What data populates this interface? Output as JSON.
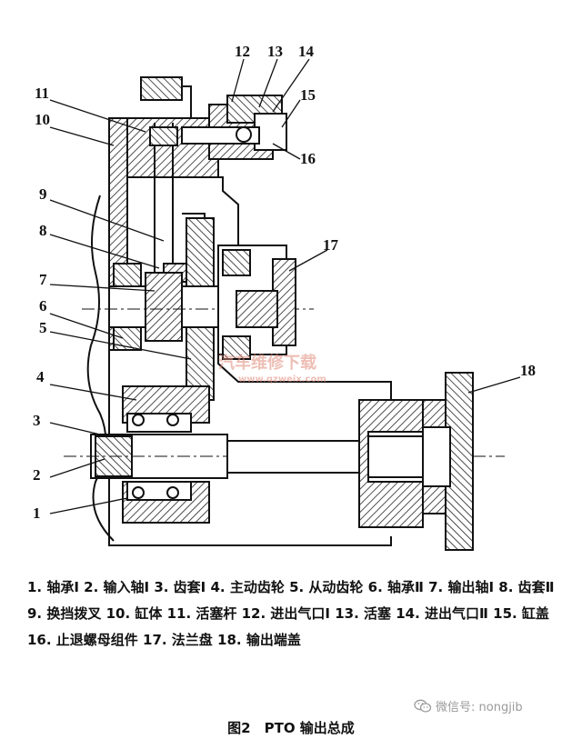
{
  "callouts": [
    "1",
    "2",
    "3",
    "4",
    "5",
    "6",
    "7",
    "8",
    "9",
    "10",
    "11",
    "12",
    "13",
    "14",
    "15",
    "16",
    "17",
    "18"
  ],
  "watermark": {
    "line1": "汽车维修下载",
    "line2": "www.qzweix.com"
  },
  "legend": "1. 轴承Ⅰ 2. 输入轴Ⅰ 3. 齿套Ⅰ 4. 主动齿轮 5. 从动齿轮 6. 轴承Ⅱ 7. 输出轴Ⅰ 8. 齿套Ⅱ 9. 换挡拨叉 10. 缸体 11. 活塞杆 12. 进出气口Ⅰ 13. 活塞 14. 进出气口Ⅱ 15. 缸盖 16. 止退螺母组件 17. 法兰盘 18. 输出端盖",
  "caption": "图2　PTO 输出总成",
  "wechat": {
    "text": "微信号: nongjib",
    "icon": "wechat-icon"
  }
}
